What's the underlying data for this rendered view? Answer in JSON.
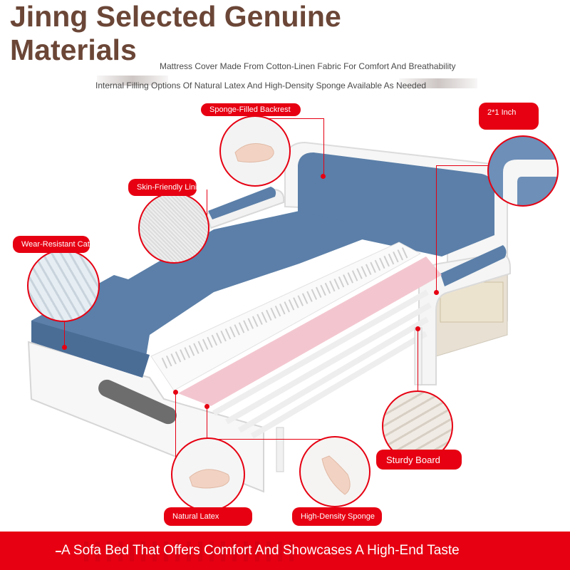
{
  "heading": {
    "line1": "Jinng Selected Genuine",
    "line2": "Materials"
  },
  "subtitle": {
    "line1": "Mattress Cover Made From Cotton-Linen Fabric For Comfort And Breathability",
    "line2": "Internal Filling Options Of Natural Latex And High-Density Sponge Available As Needed"
  },
  "callouts": {
    "backrest": "Sponge-Filled Backrest",
    "lining": "Skin-Friendly Lining",
    "fabric": "Wear-Resistant Cat Scratch Fabric",
    "inch": "2*1 Inch",
    "board": "Sturdy Board",
    "sponge": "High-Density Sponge",
    "latex": "Natural Latex"
  },
  "footer": {
    "tagline": "A Sofa Bed That Offers Comfort And Showcases A High-End Taste"
  },
  "colors": {
    "accent": "#e60012",
    "title": "#6b4637",
    "cushion": "#5b7fa8",
    "frame": "#f6f6f6",
    "pink": "#f3c6cf"
  }
}
